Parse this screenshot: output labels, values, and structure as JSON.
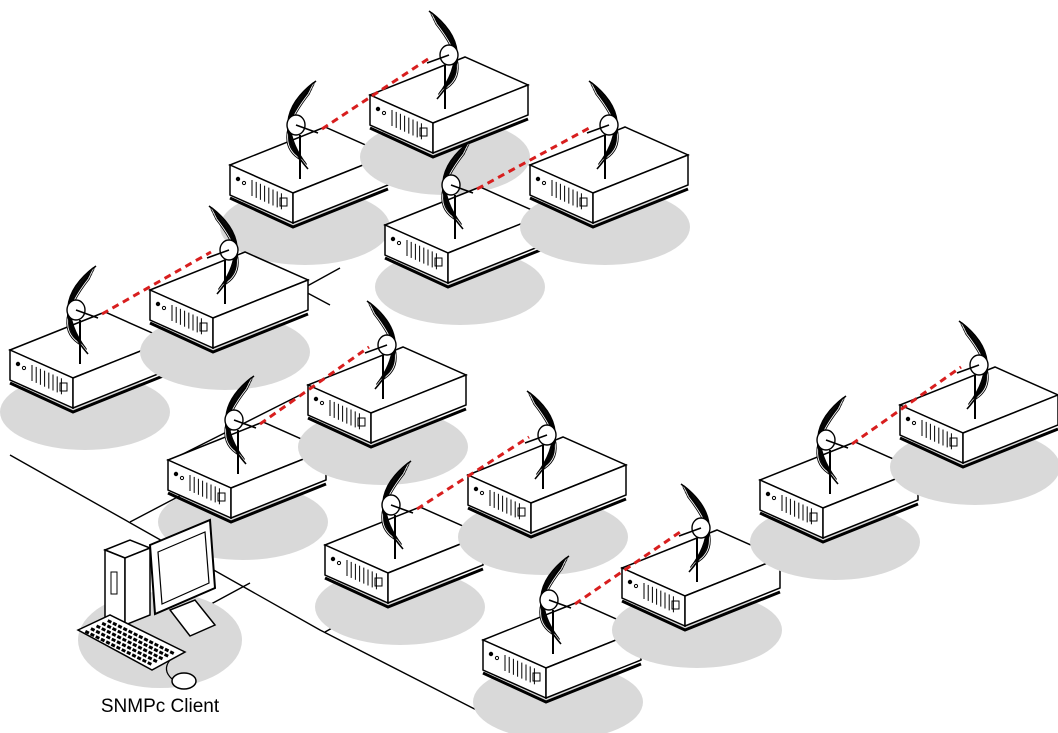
{
  "client": {
    "label": "SNMPc Client"
  },
  "colors": {
    "link": "#d81e1e",
    "shadow": "#d9d9d9",
    "line": "#000000",
    "fill": "#ffffff"
  },
  "links": [
    {
      "name": "wireless-link-1",
      "nodes": [
        "node-a1",
        "node-a2"
      ]
    },
    {
      "name": "wireless-link-2",
      "nodes": [
        "node-b1",
        "node-b2"
      ]
    },
    {
      "name": "wireless-link-3",
      "nodes": [
        "node-c1",
        "node-c2"
      ]
    },
    {
      "name": "wireless-link-4",
      "nodes": [
        "node-d1",
        "node-d2"
      ]
    },
    {
      "name": "wireless-link-5",
      "nodes": [
        "node-e1",
        "node-e2"
      ]
    },
    {
      "name": "wireless-link-6",
      "nodes": [
        "node-f1",
        "node-f2"
      ]
    },
    {
      "name": "wireless-link-7",
      "nodes": [
        "node-g1",
        "node-g2"
      ]
    }
  ]
}
